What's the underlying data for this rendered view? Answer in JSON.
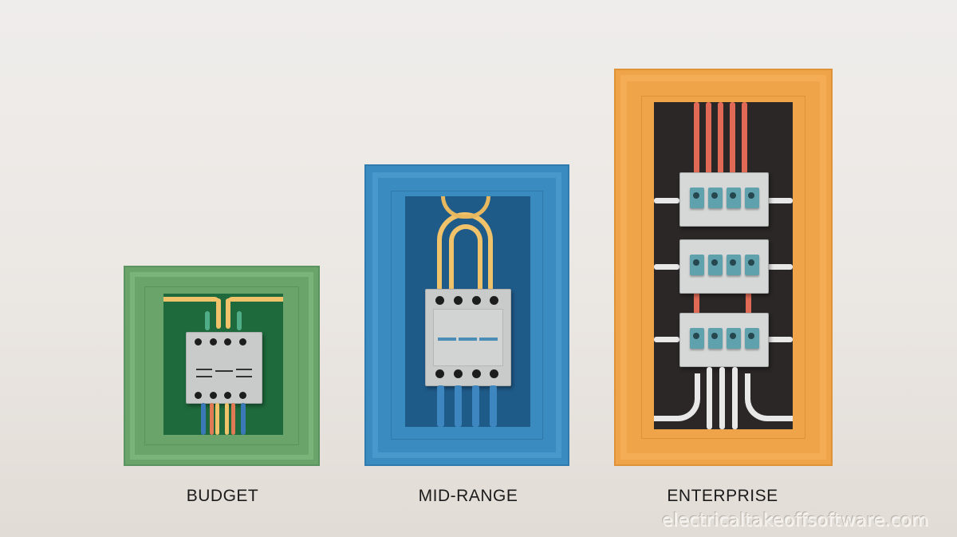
{
  "tiers": [
    {
      "label": "BUDGET",
      "color": "#6aa46a",
      "inner": "#1e6a3c"
    },
    {
      "label": "MID-RANGE",
      "color": "#3a8bc0",
      "inner": "#1f5b89"
    },
    {
      "label": "ENTERPRISE",
      "color": "#f0a44a",
      "inner": "#2a2726"
    }
  ],
  "watermark": "electricaltakeoffsoftware.com",
  "colors": {
    "background": "#ece8e4",
    "wire_yellow": "#f0c26a",
    "wire_red": "#e06a55",
    "wire_white": "#e8e8e8",
    "breaker_gray": "#c9cbcb",
    "terminal_teal": "#5fa1ad"
  }
}
